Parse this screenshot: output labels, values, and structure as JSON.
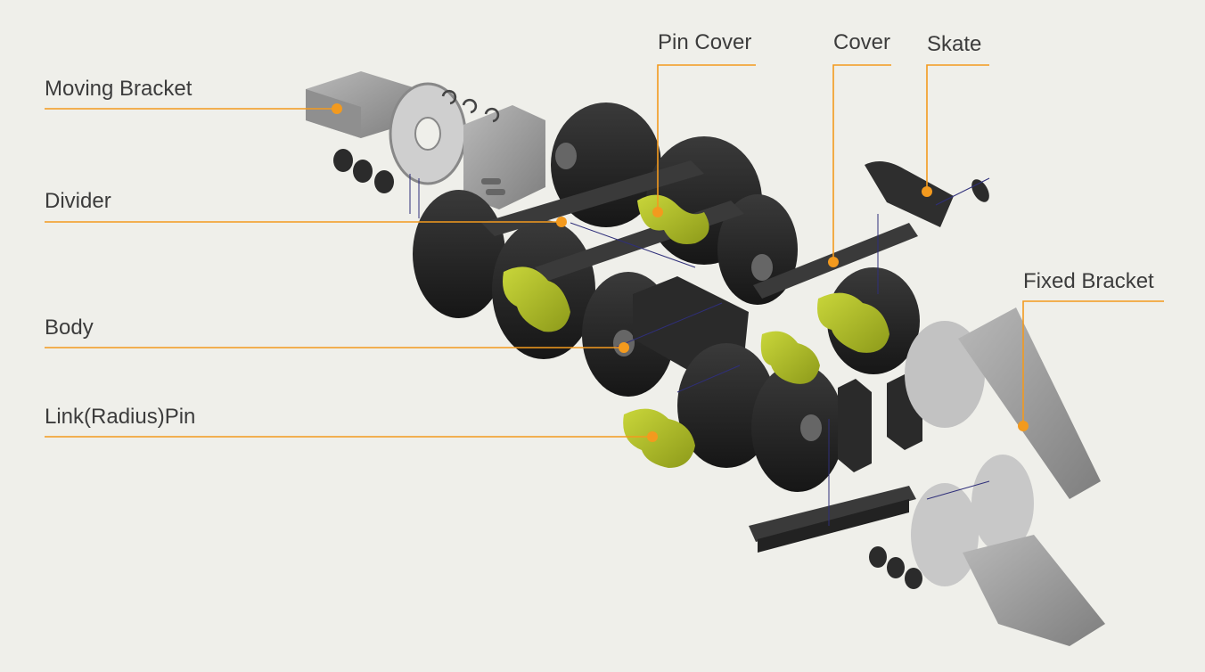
{
  "diagram": {
    "accent_color": "#f39a1e",
    "background_color": "#efefea",
    "labels": {
      "moving_bracket": "Moving Bracket",
      "divider": "Divider",
      "body": "Body",
      "link_radius_pin": "Link(Radius)Pin",
      "pin_cover": "Pin Cover",
      "cover": "Cover",
      "skate": "Skate",
      "fixed_bracket": "Fixed Bracket"
    }
  }
}
